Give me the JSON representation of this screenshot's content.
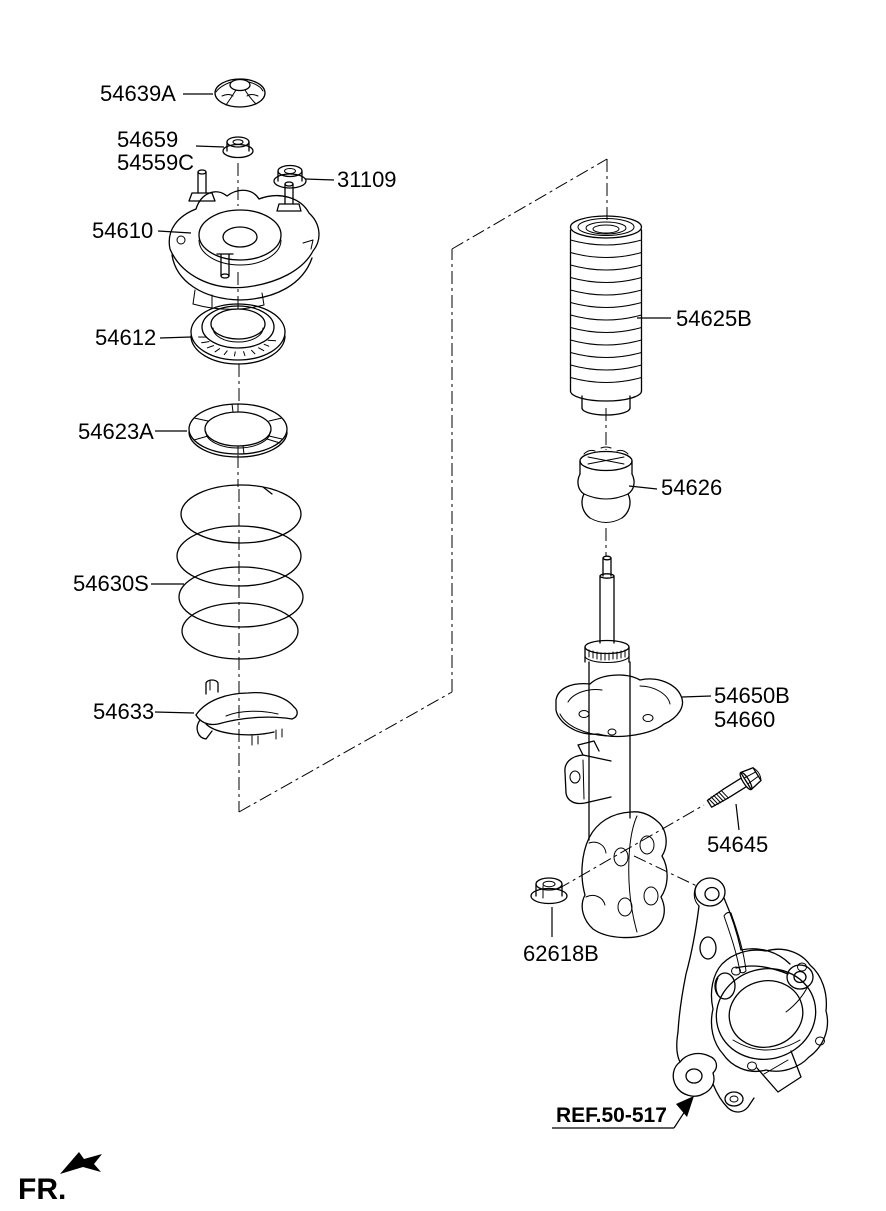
{
  "callouts": {
    "cap": "54639A",
    "self_lock_nut": "54659",
    "self_lock_nut_alt": "54559C",
    "flange_nut": "31109",
    "strut_mount": "54610",
    "strut_bearing": "54612",
    "spring_upper_seat": "54623A",
    "coil_spring": "54630S",
    "spring_lower_pad": "54633",
    "dust_cover": "54625B",
    "bump_stopper": "54626",
    "strut_assembly": "54650B",
    "strut_assembly_alt": "54660",
    "knuckle_bolt": "54645",
    "knuckle_nut": "62618B",
    "knuckle_ref": "REF.50-517",
    "front_marker": "FR."
  },
  "colors": {
    "line": "#000000",
    "background": "#ffffff"
  }
}
